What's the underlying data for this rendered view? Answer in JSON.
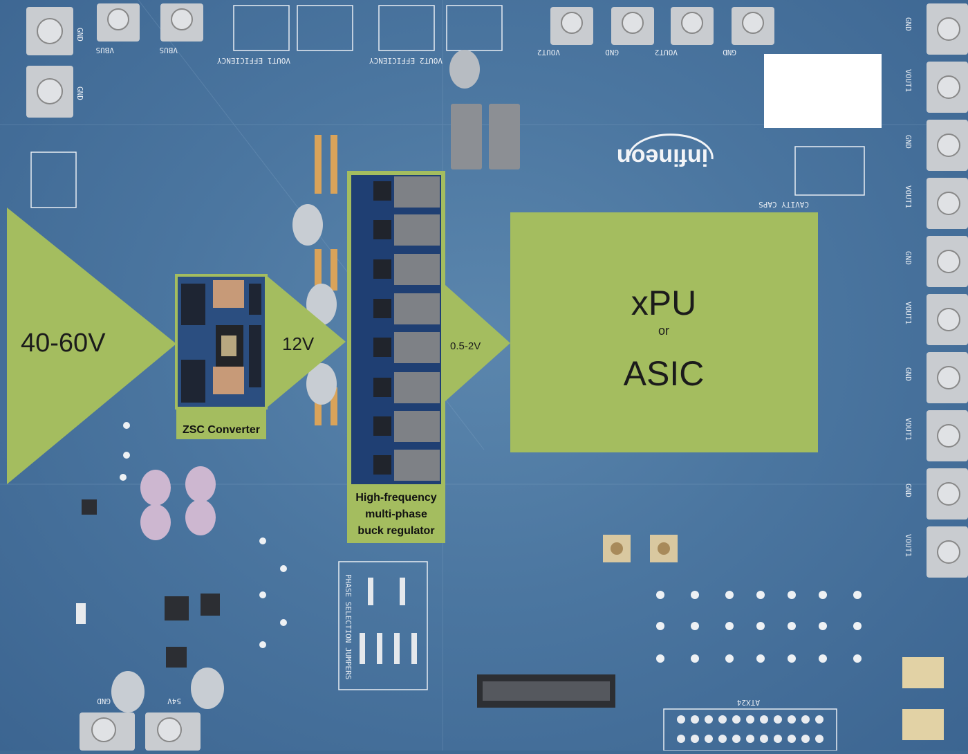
{
  "board": {
    "brand": "infineon",
    "connectors_top": [
      "VBUS",
      "VBUS",
      "VOUT2",
      "GND",
      "VOUT2",
      "GND"
    ],
    "connectors_topleft": [
      "GND",
      "GND"
    ],
    "connectors_right": [
      "GND",
      "VOUT1",
      "GND",
      "VOUT1",
      "GND",
      "VOUT1",
      "GND",
      "VOUT1",
      "GND",
      "VOUT1"
    ],
    "connectors_bottom": [
      "GND",
      "54V"
    ],
    "silk_phase_selection": "PHASE SELECTION JUMPERS",
    "silk_atx": "ATX24",
    "silk_cavity": "CAVITY CAPS",
    "silk_vout1_eff": "VOUT1 EFFICIENCY",
    "silk_vout2_eff": "VOUT2 EFFICIENCY"
  },
  "diagram": {
    "input_voltage": "40-60V",
    "intermediate_voltage": "12V",
    "output_voltage": "0.5-2V",
    "zsc_label": "ZSC Converter",
    "buck_label_line1": "High-frequency",
    "buck_label_line2": "multi-phase",
    "buck_label_line3": "buck regulator",
    "xpu_label": "xPU",
    "or_label": "or",
    "asic_label": "ASIC"
  },
  "colors": {
    "overlay_green": "#a4bd5f",
    "pcb_blue": "#4b76a0",
    "label_box": "#ffffff"
  }
}
